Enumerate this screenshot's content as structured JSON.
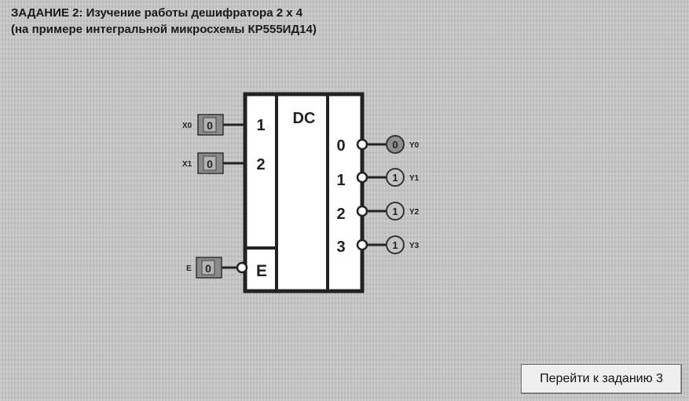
{
  "task": {
    "title_line1": "ЗАДАНИЕ 2: Изучение работы дешифратора 2 х 4",
    "title_line2": "(на примере интегральной микросхемы  КР555ИД14)"
  },
  "chip": {
    "label": "DC",
    "input_pins": [
      "1",
      "2"
    ],
    "enable_pin": "E",
    "output_pins": [
      "0",
      "1",
      "2",
      "3"
    ]
  },
  "inputs": [
    {
      "name": "X0",
      "value": "0"
    },
    {
      "name": "X1",
      "value": "0"
    }
  ],
  "enable": {
    "name": "E",
    "value": "0"
  },
  "outputs": [
    {
      "name": "Y0",
      "value": "0"
    },
    {
      "name": "Y1",
      "value": "1"
    },
    {
      "name": "Y2",
      "value": "1"
    },
    {
      "name": "Y3",
      "value": "1"
    }
  ],
  "colors": {
    "background": "#c8c8c8",
    "chip_fill": "#ffffff",
    "chip_stroke": "#222222",
    "switch_fill": "#8a8a8a",
    "lamp_off_fill": "#8e8e8e",
    "lamp_on_fill": "#c4c4c4"
  },
  "navigation": {
    "next_label": "Перейти к заданию 3"
  }
}
